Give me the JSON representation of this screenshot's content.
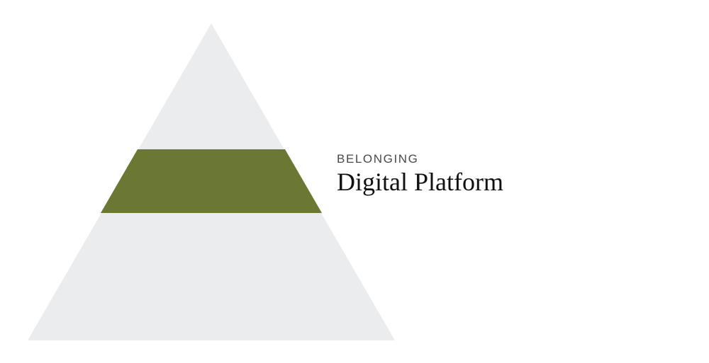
{
  "diagram": {
    "type": "pyramid",
    "levels": 3,
    "highlighted_level": 2,
    "colors": {
      "base": "#ebecee",
      "highlight": "#6b7834",
      "background": "#ffffff"
    }
  },
  "label": {
    "eyebrow": "BELONGING",
    "title": "Digital Platform"
  }
}
